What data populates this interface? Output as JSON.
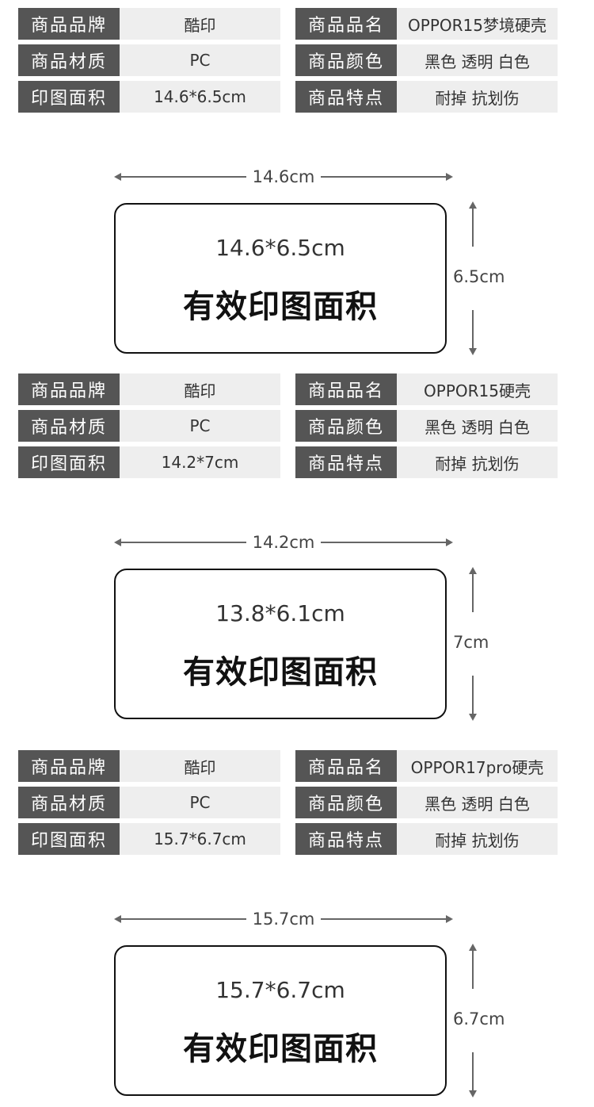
{
  "products": [
    {
      "specs": {
        "brand_label": "商品品牌",
        "brand": "酷印",
        "name_label": "商品品名",
        "name": "OPPOR15梦境硬壳",
        "material_label": "商品材质",
        "material": "PC",
        "color_label": "商品颜色",
        "color": "黑色 透明 白色",
        "print_area_label": "印图面积",
        "print_area": "14.6*6.5cm",
        "feature_label": "商品特点",
        "feature": "耐掉 抗划伤"
      },
      "diagram": {
        "width_label": "14.6cm",
        "height_label": "6.5cm",
        "inner_dims": "14.6*6.5cm",
        "inner_title": "有效印图面积"
      }
    },
    {
      "specs": {
        "brand_label": "商品品牌",
        "brand": "酷印",
        "name_label": "商品品名",
        "name": "OPPOR15硬壳",
        "material_label": "商品材质",
        "material": "PC",
        "color_label": "商品颜色",
        "color": "黑色 透明 白色",
        "print_area_label": "印图面积",
        "print_area": "14.2*7cm",
        "feature_label": "商品特点",
        "feature": "耐掉 抗划伤"
      },
      "diagram": {
        "width_label": "14.2cm",
        "height_label": "7cm",
        "inner_dims": "13.8*6.1cm",
        "inner_title": "有效印图面积"
      }
    },
    {
      "specs": {
        "brand_label": "商品品牌",
        "brand": "酷印",
        "name_label": "商品品名",
        "name": "OPPOR17pro硬壳",
        "material_label": "商品材质",
        "material": "PC",
        "color_label": "商品颜色",
        "color": "黑色 透明 白色",
        "print_area_label": "印图面积",
        "print_area": "15.7*6.7cm",
        "feature_label": "商品特点",
        "feature": "耐掉 抗划伤"
      },
      "diagram": {
        "width_label": "15.7cm",
        "height_label": "6.7cm",
        "inner_dims": "15.7*6.7cm",
        "inner_title": "有效印图面积"
      }
    }
  ]
}
